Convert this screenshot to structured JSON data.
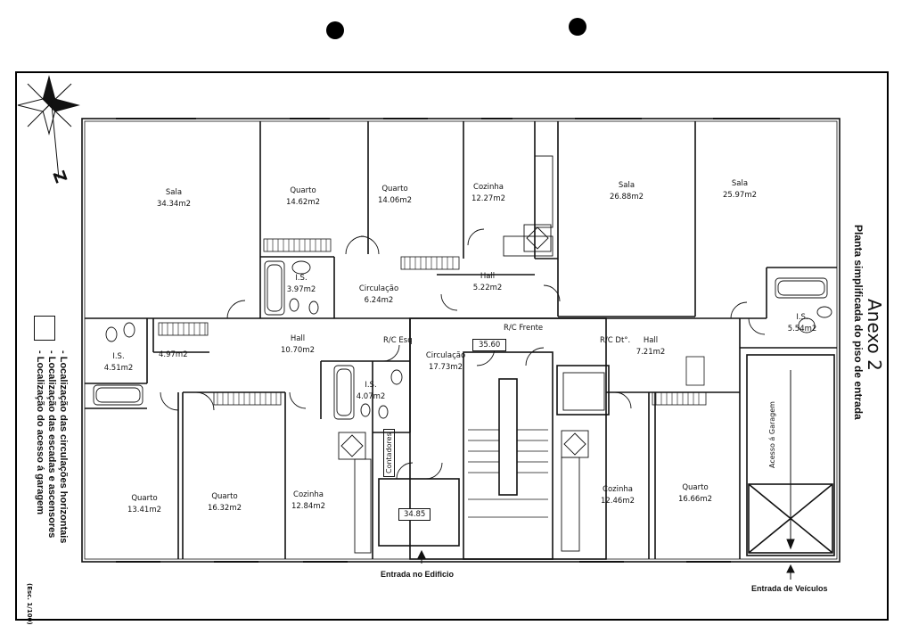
{
  "title": {
    "annex": "Anexo 2",
    "subtitle": "Planta simplificada do piso de entrada"
  },
  "north_letter": "Z",
  "rooms": [
    {
      "id": "sala-left",
      "name": "Sala",
      "area": "34.34m2"
    },
    {
      "id": "quarto-1",
      "name": "Quarto",
      "area": "14.62m2"
    },
    {
      "id": "quarto-2",
      "name": "Quarto",
      "area": "14.06m2"
    },
    {
      "id": "cozinha-1",
      "name": "Cozinha",
      "area": "12.27m2"
    },
    {
      "id": "sala-2",
      "name": "Sala",
      "area": "26.88m2"
    },
    {
      "id": "sala-3",
      "name": "Sala",
      "area": "25.97m2"
    },
    {
      "id": "hall-1",
      "name": "Hall",
      "area": "5.22m2"
    },
    {
      "id": "circulacao-1",
      "name": "Circulação",
      "area": "6.24m2"
    },
    {
      "id": "is-1",
      "name": "I.S.",
      "area": "3.97m2"
    },
    {
      "id": "hall-2",
      "name": "Hall",
      "area": "10.70m2"
    },
    {
      "id": "is-2",
      "name": "I.S.",
      "area": "4.51m2"
    },
    {
      "id": "closet",
      "name": "",
      "area": "4.97m2"
    },
    {
      "id": "circulacao-2",
      "name": "Circulação",
      "area": "17.73m2"
    },
    {
      "id": "is-3",
      "name": "I.S.",
      "area": "4.07m2"
    },
    {
      "id": "hall-3",
      "name": "Hall",
      "area": "7.21m2"
    },
    {
      "id": "is-4",
      "name": "I.S.",
      "area": "5.54m2"
    },
    {
      "id": "quarto-3",
      "name": "Quarto",
      "area": "13.41m2"
    },
    {
      "id": "quarto-4",
      "name": "Quarto",
      "area": "16.32m2"
    },
    {
      "id": "cozinha-2",
      "name": "Cozinha",
      "area": "12.84m2"
    },
    {
      "id": "cozinha-3",
      "name": "Cozinha",
      "area": "12.46m2"
    },
    {
      "id": "quarto-5",
      "name": "Quarto",
      "area": "16.66m2"
    }
  ],
  "unit_labels": {
    "rc_esq": "R/C Esq",
    "rc_frente": "R/C Frente",
    "rc_dto": "R/C Dt°."
  },
  "tags": {
    "top_box": "35.60",
    "lower_box": "34.85",
    "contadores": "Contadores"
  },
  "garage_label": "Acesso á Garagem",
  "entrances": {
    "building": "Entrada no Edificio",
    "vehicles": "Entrada de Veículos"
  },
  "legend": [
    "- Localização das circulações horizontais",
    "- Localização das escadas e ascensores",
    "- Localização do acesso á garagem"
  ],
  "scale": "(Esc. 1/100)"
}
